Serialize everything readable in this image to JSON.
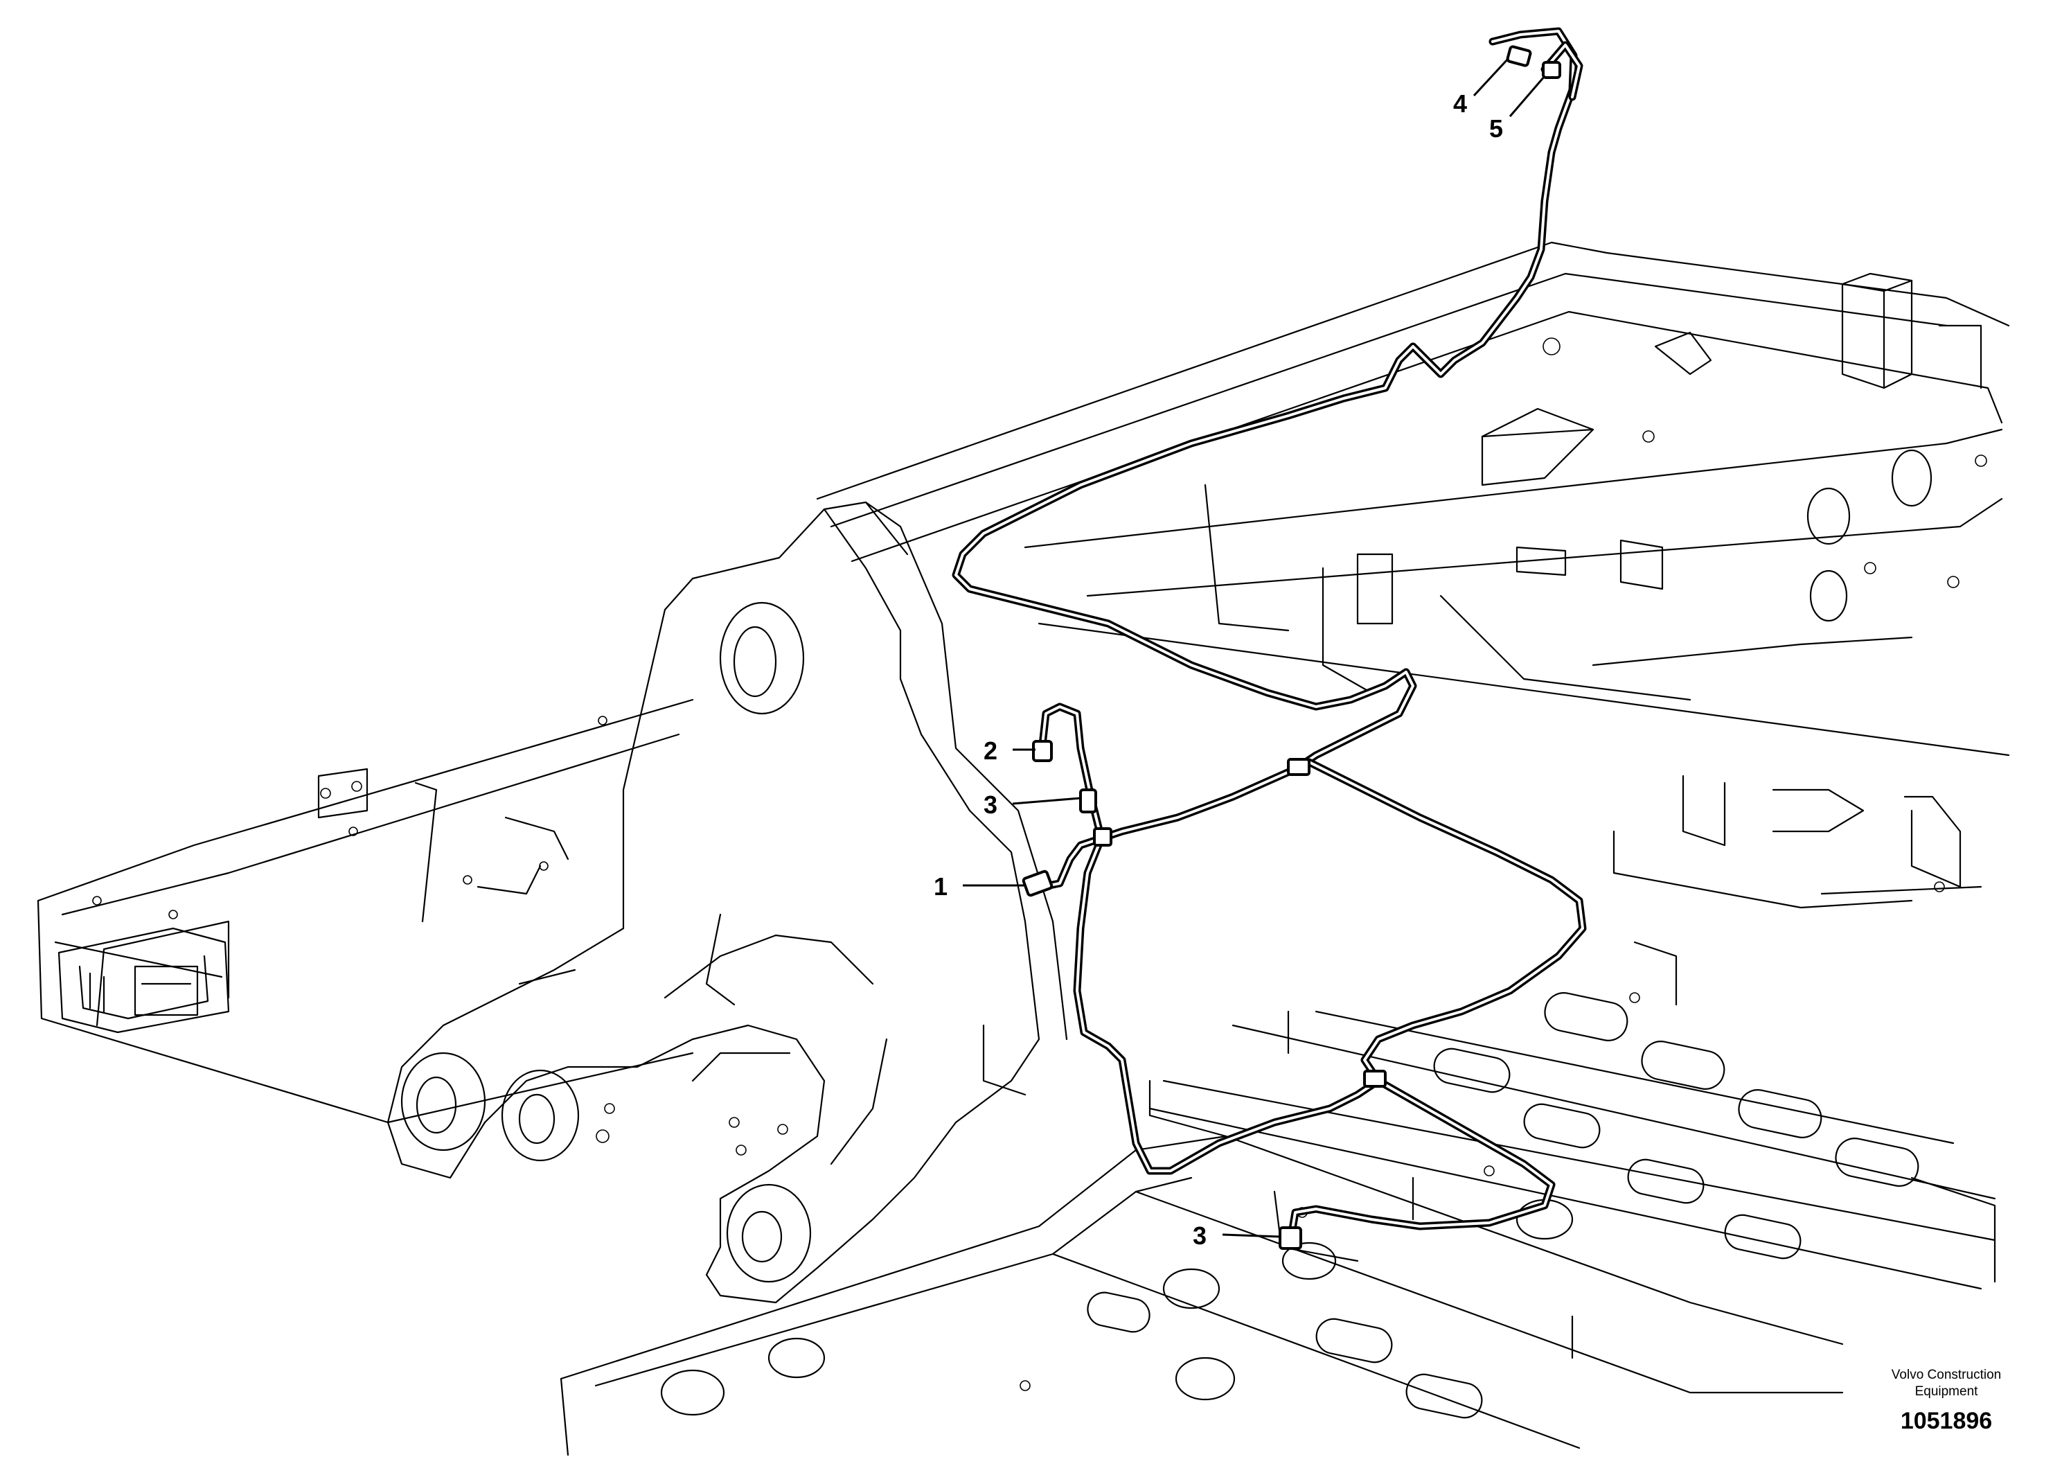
{
  "callouts": [
    {
      "id": "c4",
      "text": "4"
    },
    {
      "id": "c5",
      "text": "5"
    },
    {
      "id": "c2",
      "text": "2"
    },
    {
      "id": "c3a",
      "text": "3"
    },
    {
      "id": "c1",
      "text": "1"
    },
    {
      "id": "c3b",
      "text": "3"
    }
  ],
  "footer": {
    "company_line1": "Volvo Construction",
    "company_line2": "Equipment",
    "drawing_number": "1051896"
  }
}
